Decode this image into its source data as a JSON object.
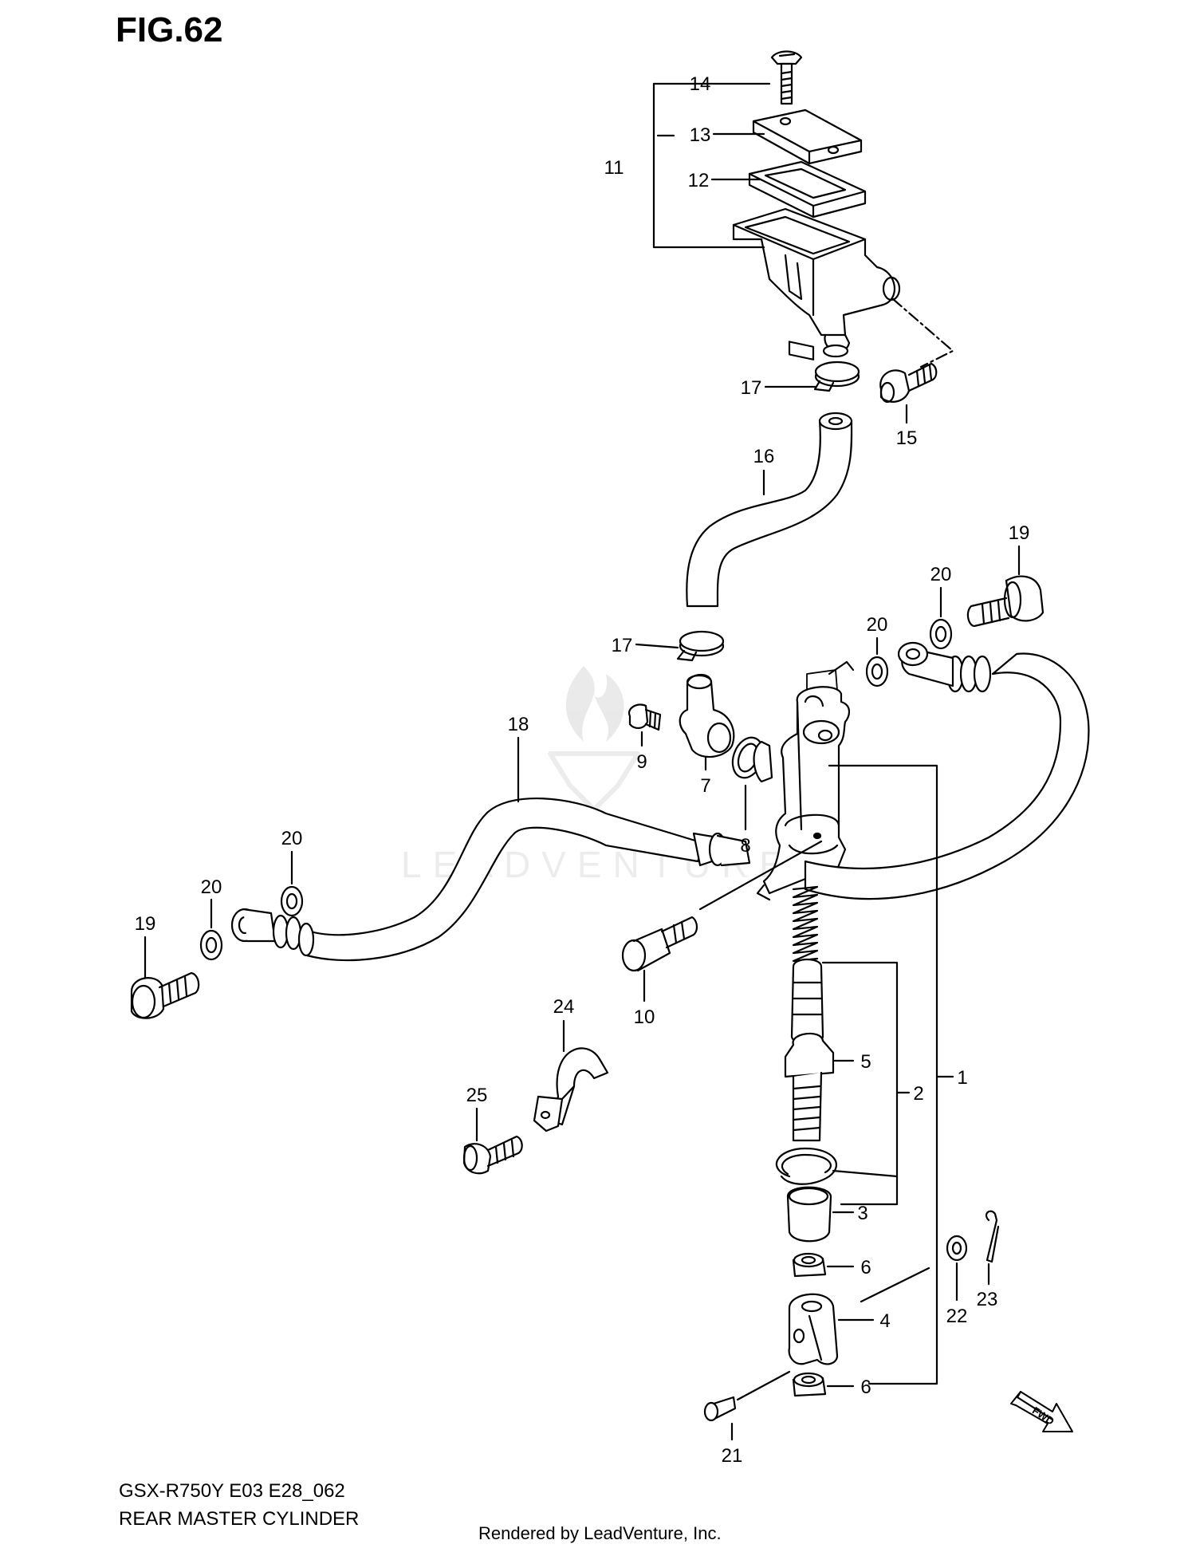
{
  "figure": {
    "title": "FIG.62",
    "model_code": "GSX-R750Y E03 E28_062",
    "subtitle": "REAR MASTER CYLINDER",
    "credit": "Rendered by LeadVenture, Inc.",
    "watermark": "LEADVENTURE",
    "fwd_label": "FWD"
  },
  "callouts": {
    "c14": "14",
    "c13": "13",
    "c12": "12",
    "c11": "11",
    "c17a": "17",
    "c15": "15",
    "c16": "16",
    "c19a": "19",
    "c20a": "20",
    "c20b": "20",
    "c17b": "17",
    "c18": "18",
    "c9": "9",
    "c7": "7",
    "c8": "8",
    "c20c": "20",
    "c20d": "20",
    "c19b": "19",
    "c10": "10",
    "c24": "24",
    "c25": "25",
    "c5": "5",
    "c2": "2",
    "c1": "1",
    "c3": "3",
    "c6a": "6",
    "c4": "4",
    "c6b": "6",
    "c22": "22",
    "c23": "23",
    "c21": "21"
  }
}
